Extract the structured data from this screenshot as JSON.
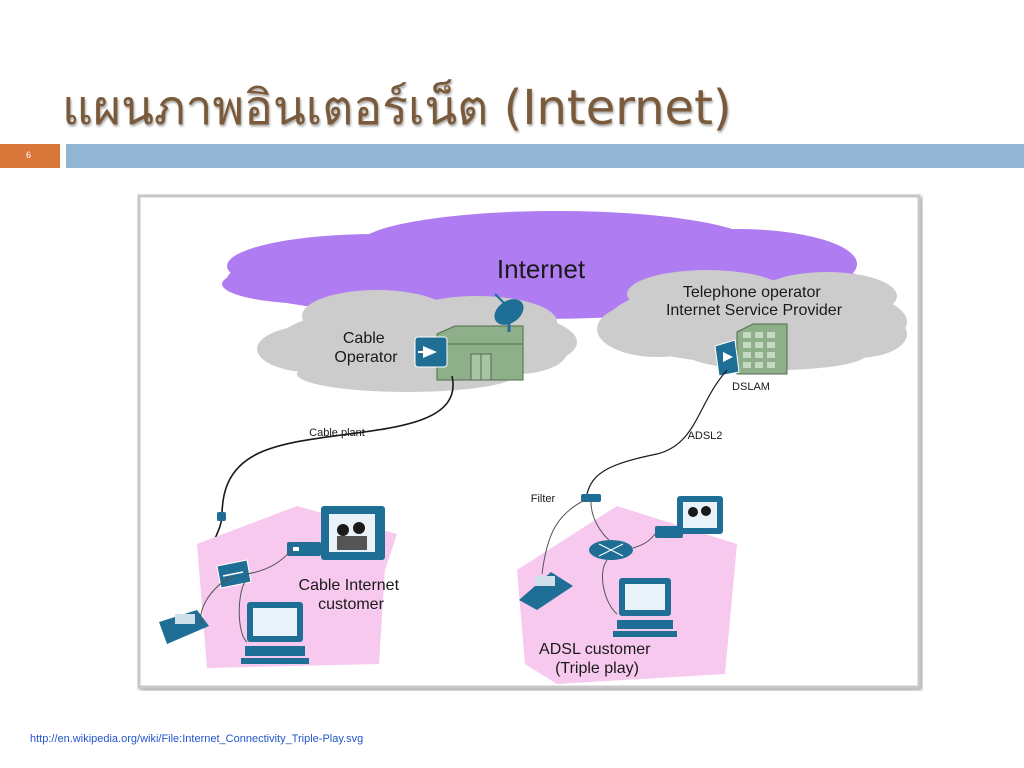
{
  "slide": {
    "title": "แผนภาพอินเตอร์เน็ต (Internet)",
    "number": "6",
    "source_url": "http://en.wikipedia.org/wiki/File:Internet_Connectivity_Triple-Play.svg"
  },
  "diagram": {
    "internet_label": "Internet",
    "cable_operator": [
      "Cable",
      "Operator"
    ],
    "telephone_operator": [
      "Telephone operator",
      "Internet Service Provider"
    ],
    "dslam_label": "DSLAM",
    "cable_plant_label": "Cable plant",
    "adsl2_label": "ADSL2",
    "filter_label": "Filter",
    "cable_customer": [
      "Cable Internet",
      "customer"
    ],
    "adsl_customer": [
      "ADSL customer",
      "(Triple play)"
    ]
  },
  "colors": {
    "title": "#7a5a3a",
    "accent": "#d9773b",
    "header_bar": "#93b5d4",
    "internet_cloud": "#b07cf2",
    "operator_cloud": "#cccccc",
    "house": "#f7c9ee",
    "device_blue": "#1f6e96",
    "building_green": "#8fae8a"
  }
}
